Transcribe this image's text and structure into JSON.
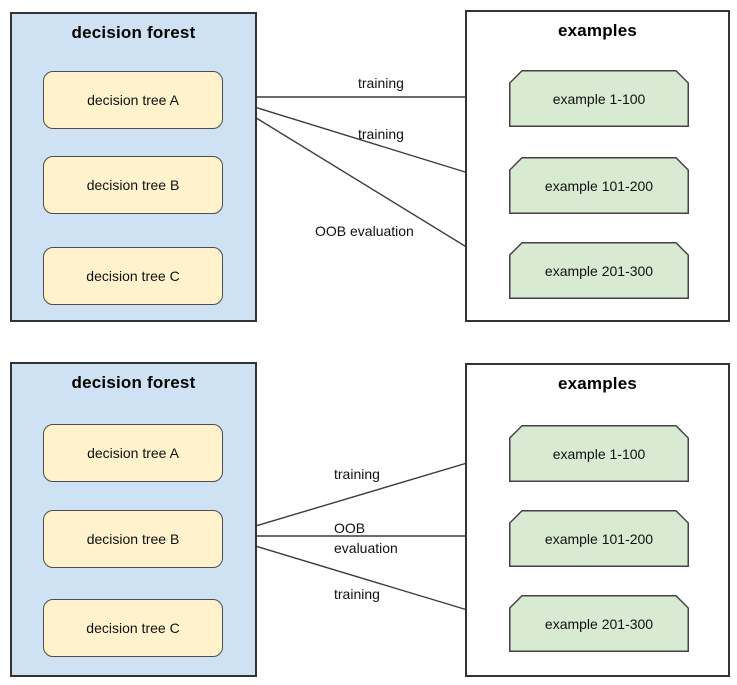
{
  "colors": {
    "forest_panel_fill": "#cfe2f3",
    "forest_panel_border": "#333333",
    "tree_node_fill": "#fff2cc",
    "tree_node_border": "#4d4d4d",
    "examples_panel_fill": "#ffffff",
    "examples_panel_border": "#333333",
    "example_node_fill": "#d9ead3",
    "example_node_border": "#434343",
    "arrow_color": "#3c3c3c",
    "text_color": "#111111"
  },
  "diagrams": [
    {
      "forest": {
        "title": "decision forest",
        "trees": [
          "decision tree A",
          "decision tree B",
          "decision tree C"
        ]
      },
      "examples": {
        "title": "examples",
        "items": [
          "example 1-100",
          "example 101-200",
          "example 201-300"
        ]
      },
      "arrows": [
        {
          "from": "decision tree A",
          "to": "example 1-100",
          "label": "training"
        },
        {
          "from": "decision tree A",
          "to": "example 101-200",
          "label": "training"
        },
        {
          "from": "decision tree A",
          "to": "example 201-300",
          "label": "OOB evaluation"
        }
      ]
    },
    {
      "forest": {
        "title": "decision forest",
        "trees": [
          "decision tree A",
          "decision tree B",
          "decision tree C"
        ]
      },
      "examples": {
        "title": "examples",
        "items": [
          "example 1-100",
          "example 101-200",
          "example 201-300"
        ]
      },
      "arrows": [
        {
          "from": "decision tree B",
          "to": "example 1-100",
          "label": "training"
        },
        {
          "from": "decision tree B",
          "to": "example 101-200",
          "label": "OOB evaluation"
        },
        {
          "from": "decision tree B",
          "to": "example 201-300",
          "label": "training"
        }
      ]
    }
  ]
}
